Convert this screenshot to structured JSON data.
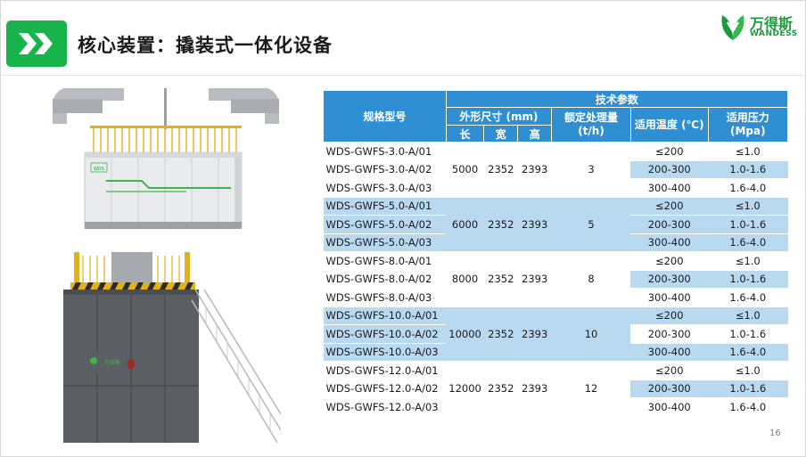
{
  "slide": {
    "title": "核心装置：撬装式一体化设备",
    "page_number": "16"
  },
  "logo": {
    "cn": "万得斯",
    "en": "WANDESS"
  },
  "photos": {
    "top_label": "WDS",
    "bottom_label": "万得斯"
  },
  "table": {
    "headers": {
      "model": "规格型号",
      "tech_params": "技术参数",
      "dimensions": "外形尺寸 (mm)",
      "length": "长",
      "width": "宽",
      "height": "高",
      "capacity": "额定处理量 (t/h)",
      "temperature": "适用温度 (℃)",
      "pressure": "适用压力 (Mpa)"
    },
    "groups": [
      {
        "length": "5000",
        "width": "2352",
        "height": "2393",
        "capacity": "3",
        "rows": [
          {
            "model": "WDS-GWFS-3.0-A/01",
            "temp": "≤200",
            "pressure": "≤1.0"
          },
          {
            "model": "WDS-GWFS-3.0-A/02",
            "temp": "200-300",
            "pressure": "1.0-1.6"
          },
          {
            "model": "WDS-GWFS-3.0-A/03",
            "temp": "300-400",
            "pressure": "1.6-4.0"
          }
        ]
      },
      {
        "length": "6000",
        "width": "2352",
        "height": "2393",
        "capacity": "5",
        "rows": [
          {
            "model": "WDS-GWFS-5.0-A/01",
            "temp": "≤200",
            "pressure": "≤1.0"
          },
          {
            "model": "WDS-GWFS-5.0-A/02",
            "temp": "200-300",
            "pressure": "1.0-1.6"
          },
          {
            "model": "WDS-GWFS-5.0-A/03",
            "temp": "300-400",
            "pressure": "1.6-4.0"
          }
        ]
      },
      {
        "length": "8000",
        "width": "2352",
        "height": "2393",
        "capacity": "8",
        "rows": [
          {
            "model": "WDS-GWFS-8.0-A/01",
            "temp": "≤200",
            "pressure": "≤1.0"
          },
          {
            "model": "WDS-GWFS-8.0-A/02",
            "temp": "200-300",
            "pressure": "1.0-1.6"
          },
          {
            "model": "WDS-GWFS-8.0-A/03",
            "temp": "300-400",
            "pressure": "1.6-4.0"
          }
        ]
      },
      {
        "length": "10000",
        "width": "2352",
        "height": "2393",
        "capacity": "10",
        "rows": [
          {
            "model": "WDS-GWFS-10.0-A/01",
            "temp": "≤200",
            "pressure": "≤1.0"
          },
          {
            "model": "WDS-GWFS-10.0-A/02",
            "temp": "200-300",
            "pressure": "1.0-1.6"
          },
          {
            "model": "WDS-GWFS-10.0-A/03",
            "temp": "300-400",
            "pressure": "1.6-4.0"
          }
        ]
      },
      {
        "length": "12000",
        "width": "2352",
        "height": "2393",
        "capacity": "12",
        "rows": [
          {
            "model": "WDS-GWFS-12.0-A/01",
            "temp": "≤200",
            "pressure": "≤1.0"
          },
          {
            "model": "WDS-GWFS-12.0-A/02",
            "temp": "200-300",
            "pressure": "1.0-1.6"
          },
          {
            "model": "WDS-GWFS-12.0-A/03",
            "temp": "300-400",
            "pressure": "1.6-4.0"
          }
        ]
      }
    ]
  },
  "colors": {
    "brand_green": "#19b34b",
    "header_blue": "#2f8fd2",
    "row_blue": "#b9d9f1"
  }
}
